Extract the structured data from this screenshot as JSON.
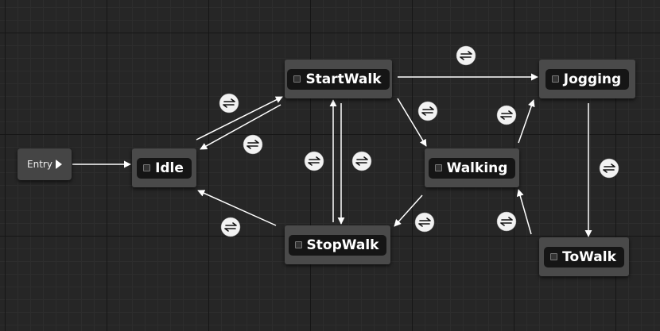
{
  "graph": {
    "entry": {
      "label": "Entry"
    },
    "states": [
      {
        "id": "idle",
        "label": "Idle"
      },
      {
        "id": "startwalk",
        "label": "StartWalk"
      },
      {
        "id": "jogging",
        "label": "Jogging"
      },
      {
        "id": "walking",
        "label": "Walking"
      },
      {
        "id": "stopwalk",
        "label": "StopWalk"
      },
      {
        "id": "towalk",
        "label": "ToWalk"
      }
    ],
    "transitions": [
      {
        "from": "entry",
        "to": "idle"
      },
      {
        "from": "idle",
        "to": "startwalk"
      },
      {
        "from": "startwalk",
        "to": "idle"
      },
      {
        "from": "startwalk",
        "to": "jogging"
      },
      {
        "from": "startwalk",
        "to": "walking"
      },
      {
        "from": "startwalk",
        "to": "stopwalk"
      },
      {
        "from": "stopwalk",
        "to": "startwalk"
      },
      {
        "from": "stopwalk",
        "to": "idle"
      },
      {
        "from": "walking",
        "to": "stopwalk"
      },
      {
        "from": "walking",
        "to": "jogging"
      },
      {
        "from": "jogging",
        "to": "towalk"
      },
      {
        "from": "towalk",
        "to": "walking"
      }
    ],
    "colors": {
      "background": "#262626",
      "node": "#4a4a4a",
      "node_inner": "#151515",
      "wire": "#ffffff"
    }
  }
}
